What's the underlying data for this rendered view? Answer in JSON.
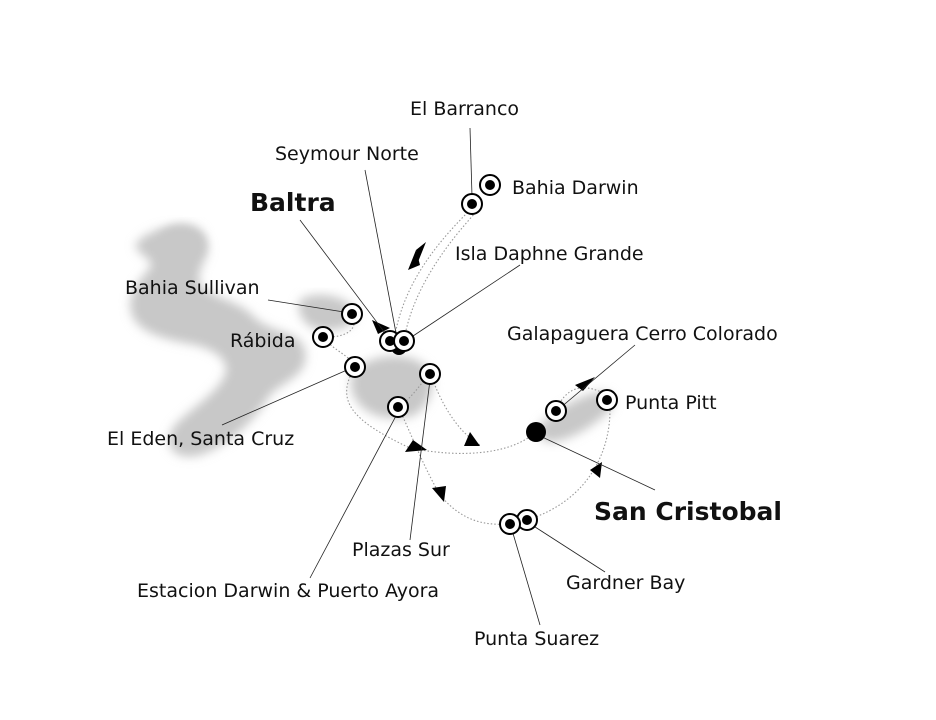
{
  "map": {
    "colors": {
      "land": "#c8c8c8",
      "marker": "#000000",
      "route": "#999999"
    },
    "ports": [
      {
        "id": "el-barranco",
        "label": "El Barranco"
      },
      {
        "id": "seymour-norte",
        "label": "Seymour Norte"
      },
      {
        "id": "baltra",
        "label": "Baltra",
        "major": true
      },
      {
        "id": "bahia-darwin",
        "label": "Bahia Darwin"
      },
      {
        "id": "isla-daphne-grande",
        "label": "Isla Daphne Grande"
      },
      {
        "id": "bahia-sullivan",
        "label": "Bahia Sullivan"
      },
      {
        "id": "rabida",
        "label": "Rábida"
      },
      {
        "id": "galapaguera",
        "label": "Galapaguera Cerro Colorado"
      },
      {
        "id": "punta-pitt",
        "label": "Punta Pitt"
      },
      {
        "id": "el-eden",
        "label": "El Eden, Santa Cruz"
      },
      {
        "id": "san-cristobal",
        "label": "San Cristobal",
        "major": true
      },
      {
        "id": "plazas-sur",
        "label": "Plazas Sur"
      },
      {
        "id": "gardner-bay",
        "label": "Gardner Bay"
      },
      {
        "id": "estacion-darwin",
        "label": "Estacion Darwin & Puerto Ayora"
      },
      {
        "id": "punta-suarez",
        "label": "Punta Suarez"
      }
    ]
  }
}
